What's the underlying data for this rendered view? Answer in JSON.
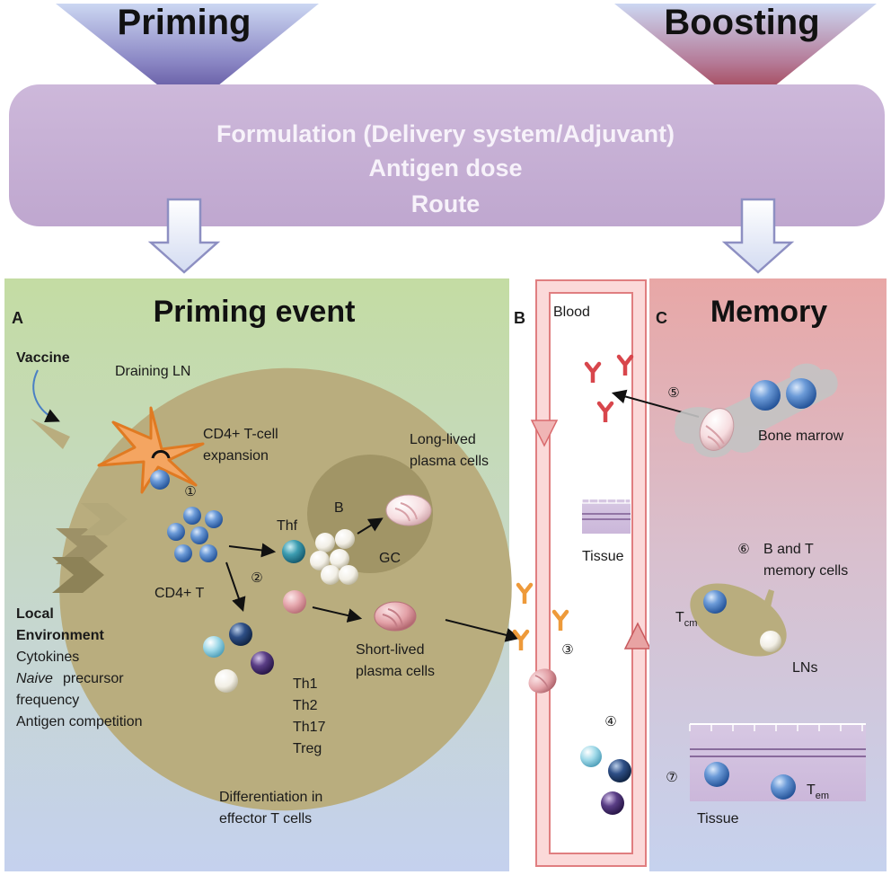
{
  "top": {
    "priming": "Priming",
    "boosting": "Boosting",
    "banner_lines": [
      "Formulation (Delivery system/Adjuvant)",
      "Antigen dose",
      "Route"
    ]
  },
  "panel_a": {
    "letter": "A",
    "title": "Priming event",
    "vaccine": "Vaccine",
    "draining_ln": "Draining LN",
    "cd4_expansion_1": "CD4+ T-cell",
    "cd4_expansion_2": "expansion",
    "step1": "①",
    "step2": "②",
    "thf": "Thf",
    "b": "B",
    "gc": "GC",
    "cd4t": "CD4+ T",
    "long_lived_1": "Long-lived",
    "long_lived_2": "plasma cells",
    "short_lived_1": "Short-lived",
    "short_lived_2": "plasma cells",
    "subsets": [
      "Th1",
      "Th2",
      "Th17",
      "Treg"
    ],
    "local_env_1": "Local",
    "local_env_2": "Environment",
    "env_items": [
      "Cytokines",
      "precursor",
      "frequency",
      "Antigen competition"
    ],
    "naive": "Naive",
    "differentiation_1": "Differentiation in",
    "differentiation_2": "effector T cells"
  },
  "panel_b": {
    "letter": "B",
    "blood": "Blood",
    "tissue": "Tissue",
    "step3": "③",
    "step4": "④"
  },
  "panel_c": {
    "letter": "C",
    "title": "Memory",
    "step5": "⑤",
    "bone_marrow": "Bone marrow",
    "step6": "⑥",
    "memory_1": "B and T",
    "memory_2": "memory cells",
    "tcm": "T",
    "tcm_sub": "cm",
    "lns": "LNs",
    "step7": "⑦",
    "tem": "T",
    "tem_sub": "em",
    "tissue": "Tissue"
  },
  "colors": {
    "banner": "#c9b3d6",
    "panel_a_top": "#c5dca5",
    "panel_a_bottom": "#c7d3ec",
    "panel_c_top": "#e7aaa9",
    "panel_c_bottom": "#c9d3ec",
    "lymph_node": "#b9ad7e",
    "vessel": "#e48a8a",
    "antibody_red": "#d8464c",
    "antibody_orange": "#ee9a3a"
  }
}
